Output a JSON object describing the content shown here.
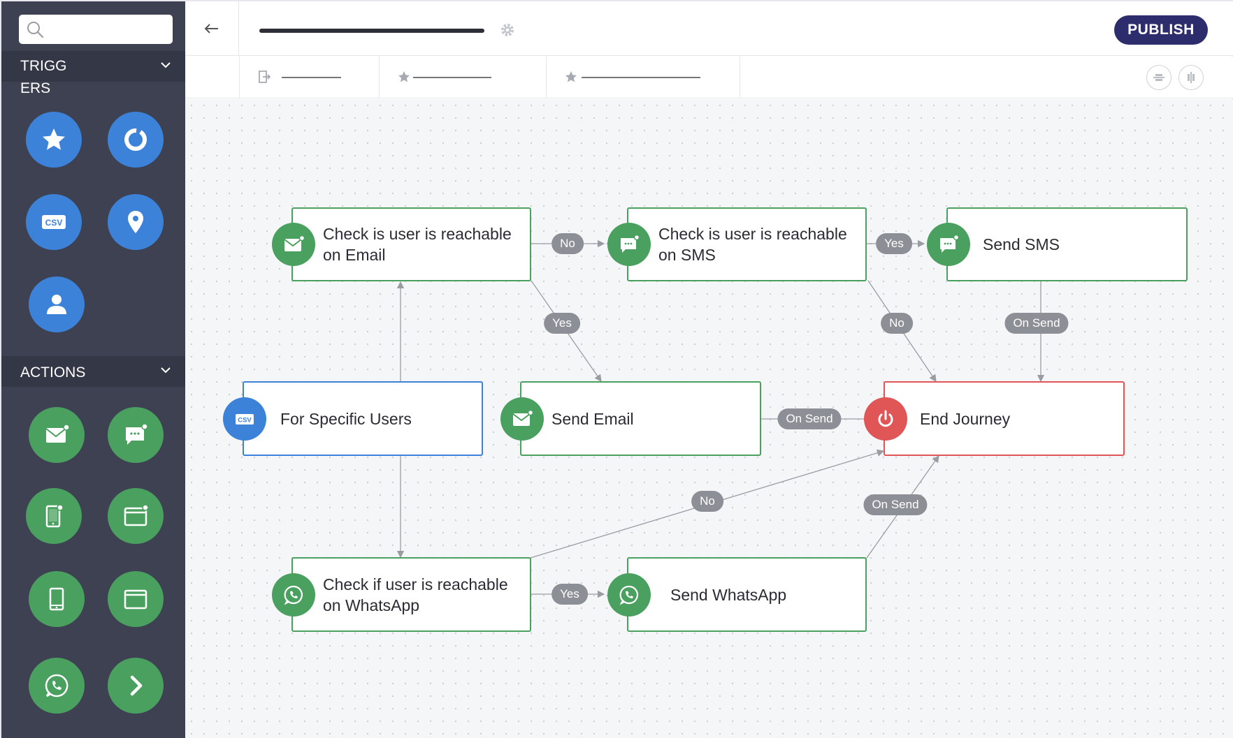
{
  "search": {
    "placeholder": "",
    "value": ""
  },
  "sidebar": {
    "triggers_label": "TRIGGERS",
    "actions_label": "ACTIONS",
    "csv_badge": "CSV",
    "triggers": [
      "star-icon",
      "circle-segment-icon",
      "csv-icon",
      "location-pin-icon",
      "user-icon"
    ],
    "actions": [
      "email-icon",
      "sms-icon",
      "mobile-push-icon",
      "browser-icon",
      "mobile-icon",
      "window-icon",
      "whatsapp-icon",
      "chevron-right-icon"
    ]
  },
  "topbar": {
    "publish_label": "PUBLISH"
  },
  "colors": {
    "green": "#4aa05f",
    "blue": "#3d82d9",
    "red": "#e05555",
    "navy": "#2d2d6d",
    "sidebar": "#3d4152"
  },
  "nodes": {
    "check_email": "Check is user is reachable on Email",
    "check_sms": "Check is user is reachable on SMS",
    "send_sms": "Send SMS",
    "specific_users": "For Specific Users",
    "send_email": "Send Email",
    "end_journey": "End Journey",
    "check_whatsapp": "Check if user is reachable on WhatsApp",
    "send_whatsapp": "Send WhatsApp",
    "csv_badge": "CSV"
  },
  "edges": {
    "no_email_sms": "No",
    "yes_sms_send": "Yes",
    "yes_email_send": "Yes",
    "no_sms_end": "No",
    "onsend_sms_end": "On Send",
    "onsend_email_end": "On Send",
    "no_wa_end": "No",
    "onsend_wa_end": "On Send",
    "yes_wa_send": "Yes"
  }
}
